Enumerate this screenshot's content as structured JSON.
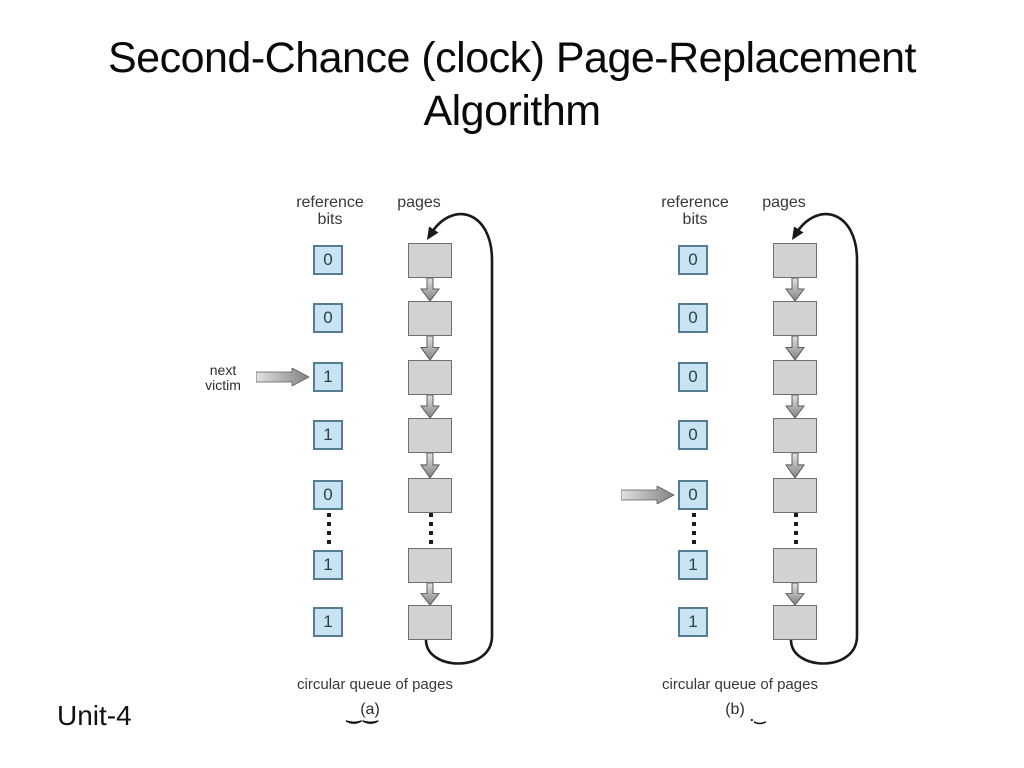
{
  "slide": {
    "title": [
      "Second-Chance (clock) Page-Replacement",
      "Algorithm"
    ],
    "footer_left": "Unit-4"
  },
  "colors": {
    "bit_fill": "#c8e4f2",
    "bit_border": "#557c93",
    "bit_text": "#2b3f4c",
    "page_fill": "#d2d2d2",
    "page_border": "#6f6f6f",
    "arrow_light": "#e2e2e2",
    "arrow_dark": "#828282",
    "arrow_outline": "#5c5c5c",
    "loop_line": "#1a1a1a"
  },
  "diagrams": [
    {
      "caption": "(a)",
      "reference_header": [
        "reference",
        "bits"
      ],
      "pages_header": "pages",
      "queue_label": "circular queue of pages",
      "bits": [
        "0",
        "0",
        "1",
        "1",
        "0",
        "1",
        "1"
      ],
      "dots_after_row": 4,
      "pointer_row": 2,
      "pointer_label": [
        "next",
        "victim"
      ],
      "overlap_marks": "‿‿"
    },
    {
      "caption": "(b)",
      "reference_header": [
        "reference",
        "bits"
      ],
      "pages_header": "pages",
      "queue_label": "circular queue of pages",
      "bits": [
        "0",
        "0",
        "0",
        "0",
        "0",
        "1",
        "1"
      ],
      "dots_after_row": 4,
      "pointer_row": 4,
      "pointer_label": null,
      "overlap_marks": ".‿"
    }
  ]
}
